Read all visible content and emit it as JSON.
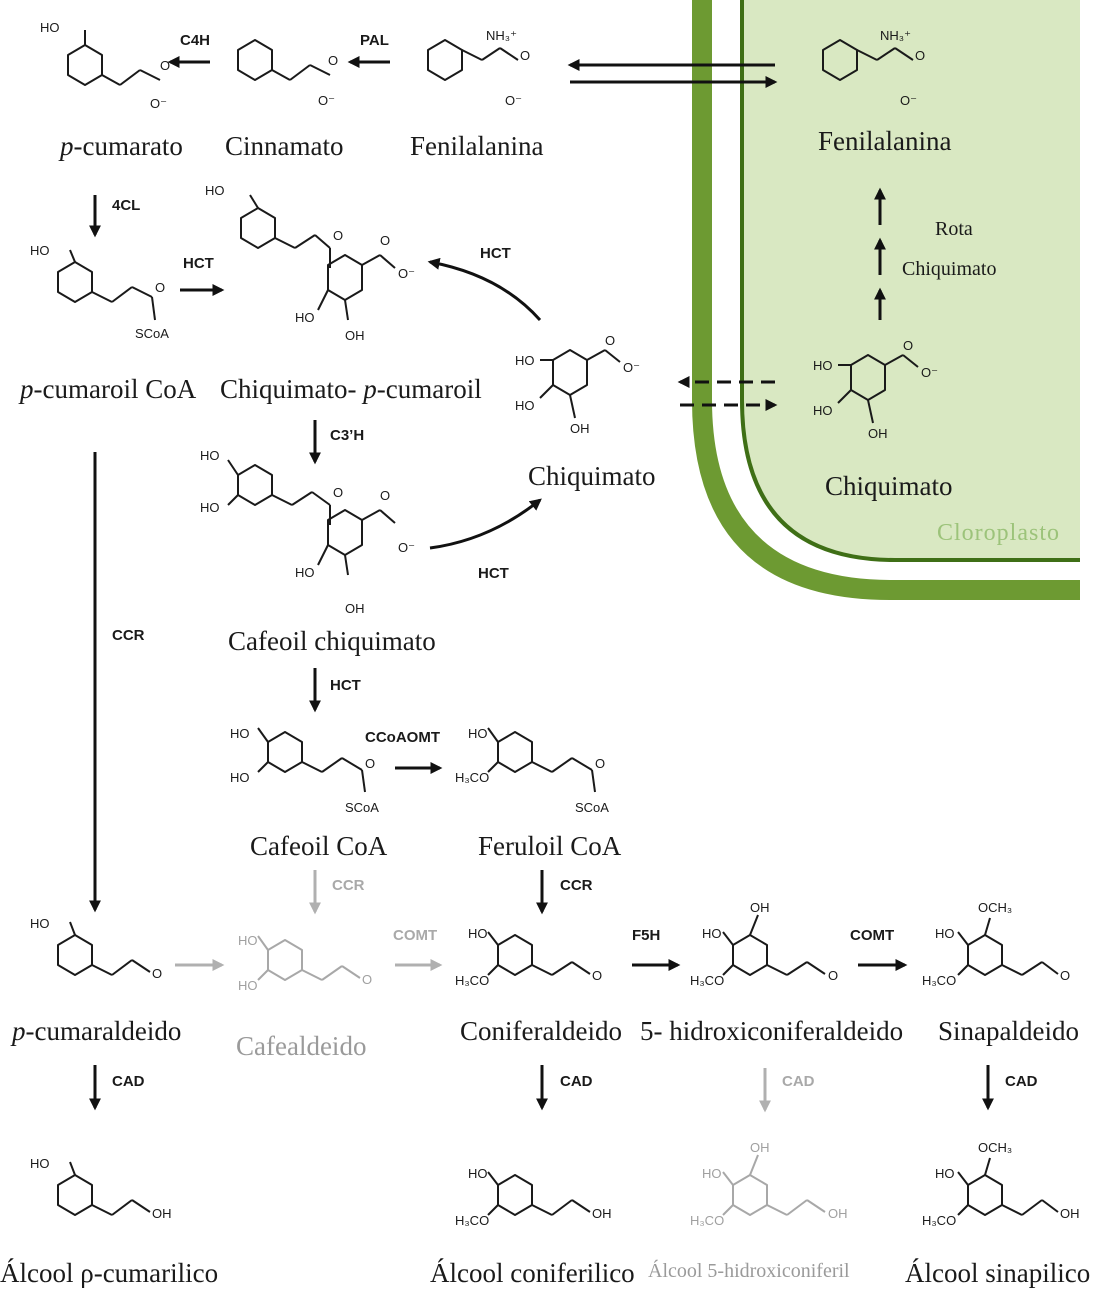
{
  "compartment": {
    "label": "Cloroplasto",
    "fill": "#d9e8c2",
    "border": "#4d7f1f"
  },
  "route_note": {
    "line1": "Rota",
    "line2": "Chiquimato"
  },
  "colors": {
    "main": "#1a1a1a",
    "faint": "#a8a8a8"
  },
  "compounds": {
    "p_cumarato": {
      "prefix": "p",
      "rest": "-cumarato"
    },
    "cinnamato": "Cinnamato",
    "fenilalanina": "Fenilalanina",
    "fenilalanina_cloro": "Fenilalanina",
    "p_cumaroil_coa": {
      "prefix": "p",
      "rest": "-cumaroil CoA"
    },
    "chiquimato_p_cumaroil": {
      "lead": "Chiquimato- ",
      "prefix": "p",
      "rest": "-cumaroil"
    },
    "chiquimato": "Chiquimato",
    "chiquimato_cloro": "Chiquimato",
    "cafeoil_chiquimato": "Cafeoil chiquimato",
    "cafeoil_coa": "Cafeoil CoA",
    "feruloil_coa": "Feruloil CoA",
    "p_cumaraldeido": {
      "prefix": "p",
      "rest": "-cumaraldeido"
    },
    "cafealdeido": "Cafealdeido",
    "coniferaldeido": "Coniferaldeido",
    "hidroxiconiferaldeido": "5- hidroxiconiferaldeido",
    "sinapaldeido": "Sinapaldeido",
    "alcool_p_cumarilico": "Álcool ρ-cumarilico",
    "alcool_coniferilico": "Álcool coniferilico",
    "alcool_5_hidroxiconiferil": "Álcool 5-hidroxiconiferil",
    "alcool_sinapilico": "Álcool sinapilico"
  },
  "enzymes": {
    "c4h": "C4H",
    "pal": "PAL",
    "cl4": "4CL",
    "hct_1": "HCT",
    "hct_2": "HCT",
    "c3h": "C3’H",
    "hct_3": "HCT",
    "hct_4": "HCT",
    "ccr_1": "CCR",
    "ccoaomt": "CCoAOMT",
    "ccr_2": "CCR",
    "ccr_3": "CCR",
    "comt_1": "COMT",
    "f5h": "F5H",
    "comt_2": "COMT",
    "cad_1": "CAD",
    "cad_2": "CAD",
    "cad_3": "CAD",
    "cad_4": "CAD"
  },
  "atoms": {
    "ho": "HO",
    "oh": "OH",
    "o": "O",
    "o_minus": "O⁻",
    "nh3": "NH₃⁺",
    "scoa": "SCoA",
    "h3co": "H₃CO",
    "och3": "OCH₃"
  }
}
